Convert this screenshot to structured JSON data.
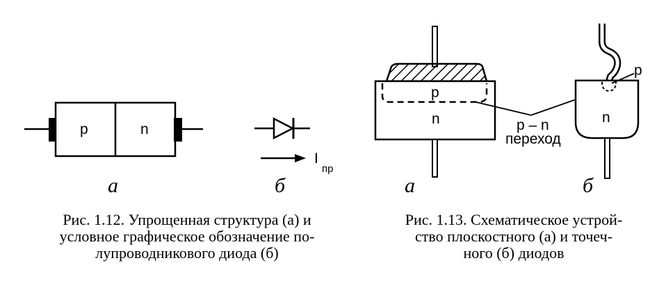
{
  "fig_1_12": {
    "a": {
      "left_region": "p",
      "right_region": "n",
      "letter": "а"
    },
    "b": {
      "current_label": "I",
      "current_subscript": "пр",
      "letter": "б"
    },
    "caption_lines": [
      "Рис. 1.12. Упрощенная структура (а) и",
      "условное графическое обозначение по-",
      "лупроводникового диода (б)"
    ]
  },
  "fig_1_13": {
    "a": {
      "top_region": "p",
      "bottom_region": "n",
      "junction_label_1": "p – n",
      "junction_label_2": "переход",
      "letter": "а"
    },
    "b": {
      "top_region": "p",
      "bottom_region": "n",
      "letter": "б"
    },
    "caption_lines": [
      "Рис. 1.13. Схематическое устрой-",
      "ство плоскостного (а) и точеч-",
      "ного (б) диодов"
    ]
  }
}
